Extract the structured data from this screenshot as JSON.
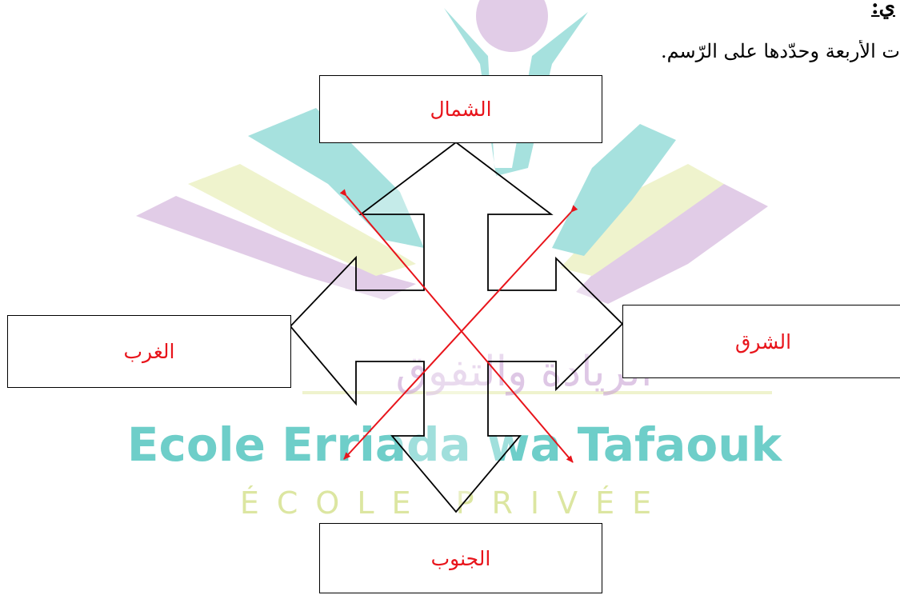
{
  "heading_fragment": "ي:",
  "instruction": "ت الأربعة وحدّدها على الرّسم.",
  "directions": {
    "north": "الشمال",
    "south": "الجنوب",
    "west": "الغرب",
    "east": "الشرق"
  },
  "watermark": {
    "arabic": "الريادة والتفوق",
    "latin": "Ecole Erriada wa Tafaouk",
    "subtitle": "ÉCOLE PRIVÉE"
  },
  "colors": {
    "label": "#e8141b",
    "diagonal_arrows": "#e8141b",
    "outline": "#000000",
    "watermark_teal": "#5fc9c4",
    "watermark_purple": "#c9a3d4",
    "watermark_yellow": "#e2eaa6"
  }
}
